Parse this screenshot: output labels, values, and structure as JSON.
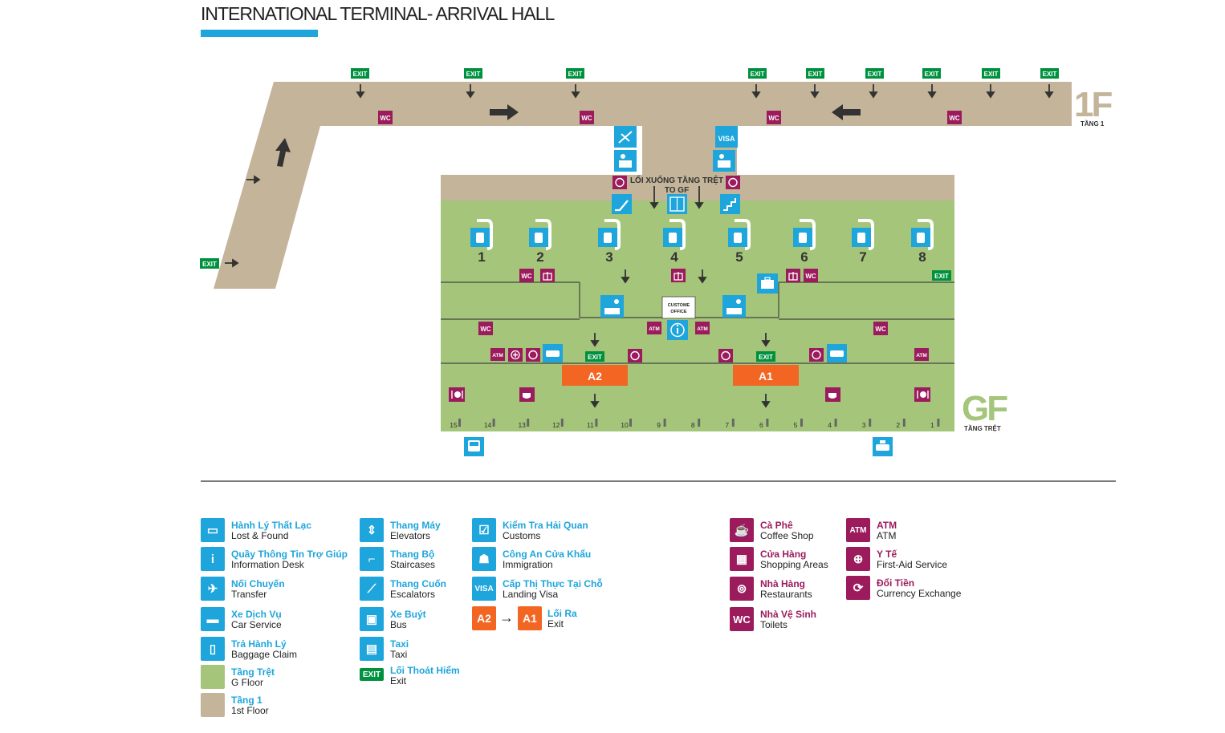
{
  "title": "INTERNATIONAL TERMINAL- ARRIVAL HALL",
  "floors": {
    "first": {
      "code": "1F",
      "name": "TẦNG 1"
    },
    "ground": {
      "code": "GF",
      "name": "TẦNG TRỆT"
    }
  },
  "map_labels": {
    "exit": "EXIT",
    "wc": "WC",
    "atm": "ATM",
    "visa": "VISA",
    "stairs_down_line1": "LỐI XUỐNG TẦNG TRỆT",
    "stairs_down_line2": "TO GF",
    "customs_office_line1": "CUSTOME",
    "customs_office_line2": "OFFICE",
    "exit_a1": "A1",
    "exit_a2": "A2"
  },
  "baggage_belts": [
    "1",
    "2",
    "3",
    "4",
    "5",
    "6",
    "7",
    "8"
  ],
  "doors": [
    "15",
    "14",
    "13",
    "12",
    "11",
    "10",
    "9",
    "8",
    "7",
    "6",
    "5",
    "4",
    "3",
    "2",
    "1"
  ],
  "colors": {
    "first_floor": "#c4b49a",
    "ground_floor": "#a4c57a",
    "blue": "#1ea5dc",
    "magenta": "#9b1b5d",
    "orange": "#f26522",
    "exit_green": "#00913f"
  },
  "legend": {
    "col1": [
      {
        "icon": "suitcase-icon",
        "vi": "Hành Lý Thất Lạc",
        "en": "Lost & Found"
      },
      {
        "icon": "info-icon",
        "vi": "Quầy Thông Tin Trợ Giúp",
        "en": "Information Desk"
      },
      {
        "icon": "transfer-plane-icon",
        "vi": "Nối Chuyến",
        "en": "Transfer"
      },
      {
        "icon": "car-icon",
        "vi": "Xe Dịch Vụ",
        "en": "Car Service"
      },
      {
        "icon": "baggage-icon",
        "vi": "Trả Hành Lý",
        "en": "Baggage Claim"
      },
      {
        "icon": "ground-floor-swatch",
        "vi": "Tầng Trệt",
        "en": "G Floor"
      },
      {
        "icon": "first-floor-swatch",
        "vi": "Tầng 1",
        "en": "1st Floor"
      }
    ],
    "col2": [
      {
        "icon": "elevator-icon",
        "vi": "Thang Máy",
        "en": "Elevators"
      },
      {
        "icon": "stairs-icon",
        "vi": "Thang Bộ",
        "en": "Staircases"
      },
      {
        "icon": "escalator-icon",
        "vi": "Thang Cuốn",
        "en": "Escalators"
      },
      {
        "icon": "bus-icon",
        "vi": "Xe Buýt",
        "en": "Bus"
      },
      {
        "icon": "taxi-icon",
        "vi": "Taxi",
        "en": "Taxi"
      },
      {
        "icon": "exit-sign-icon",
        "vi": "Lối Thoát Hiểm",
        "en": "Exit"
      }
    ],
    "col3": [
      {
        "icon": "customs-icon",
        "vi": "Kiểm Tra Hải Quan",
        "en": "Customs"
      },
      {
        "icon": "immigration-icon",
        "vi": "Công An Cửa Khẩu",
        "en": "Immigration"
      },
      {
        "icon": "visa-icon",
        "vi": "Cấp Thị Thực Tại Chỗ",
        "en": "Landing Visa"
      },
      {
        "icon": "exit-gate-icon",
        "vi": "Lối Ra",
        "en": "Exit"
      }
    ],
    "col4": [
      {
        "icon": "coffee-icon",
        "vi": "Cà Phê",
        "en": "Coffee Shop"
      },
      {
        "icon": "gift-icon",
        "vi": "Cửa Hàng",
        "en": "Shopping Areas"
      },
      {
        "icon": "restaurant-icon",
        "vi": "Nhà Hàng",
        "en": "Restaurants"
      },
      {
        "icon": "wc-icon",
        "vi": "Nhà Vệ Sinh",
        "en": "Toilets"
      }
    ],
    "col5": [
      {
        "icon": "atm-icon",
        "vi": "ATM",
        "en": "ATM"
      },
      {
        "icon": "first-aid-icon",
        "vi": "Y Tế",
        "en": "First-Aid Service"
      },
      {
        "icon": "currency-exchange-icon",
        "vi": "Đổi Tiền",
        "en": "Currency Exchange"
      }
    ]
  }
}
